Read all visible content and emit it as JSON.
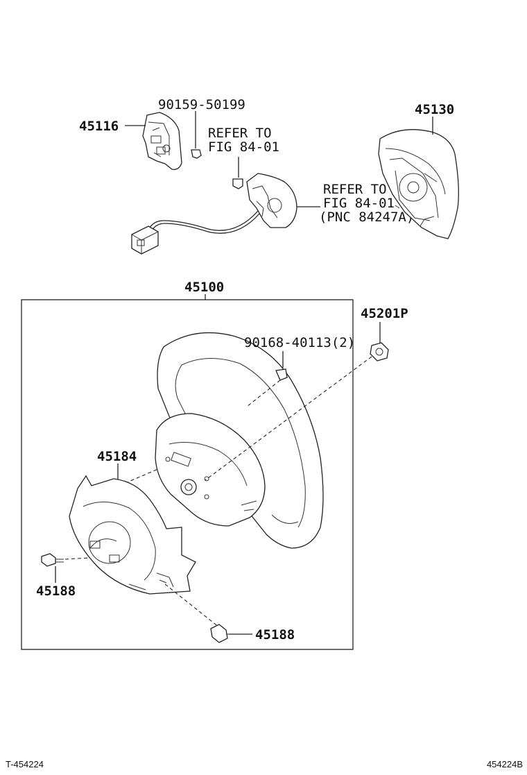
{
  "parts": {
    "p45116": "45116",
    "p90159": "90159-50199",
    "p45130": "45130",
    "refer1_a": "REFER TO",
    "refer1_b": "FIG 84-01",
    "refer2_a": "REFER TO",
    "refer2_b": "FIG 84-01",
    "refer2_c": "(PNC 84247A)",
    "p45100": "45100",
    "p45201P": "45201P",
    "p90168": "90168-40113(2)",
    "p45184": "45184",
    "p45188a": "45188",
    "p45188b": "45188"
  },
  "footer": {
    "left_code": "T-454224",
    "right_code": "454224B"
  }
}
